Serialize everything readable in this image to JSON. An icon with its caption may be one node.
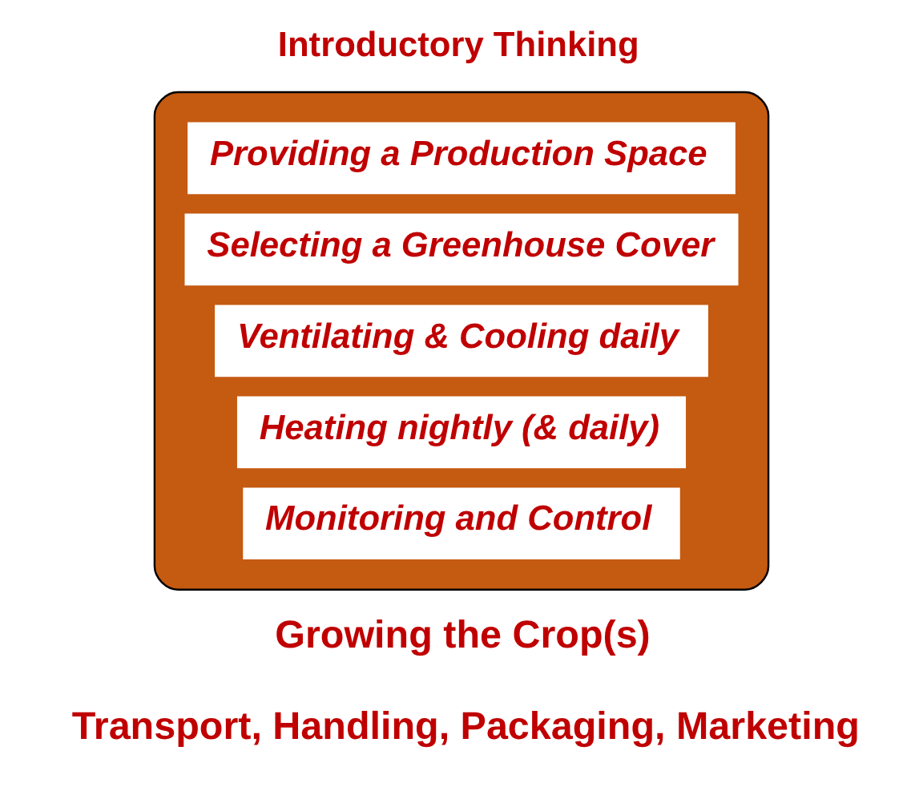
{
  "diagram": {
    "title": "Introductory Thinking",
    "nodes": [
      {
        "text": [],
        "shape": "box"
      },
      {
        "text": [
          "Providing a Production Space"
        ],
        "in": 0
      },
      {
        "text": [
          "Selecting a Greenhouse Cover"
        ],
        "in": 0
      },
      {
        "text": [
          "Ventilating & Cooling daily"
        ],
        "in": 0
      },
      {
        "text": [
          "Heating nightly (& daily)"
        ],
        "in": 0
      },
      {
        "text": [
          "Monitoring and Control"
        ],
        "in": 0
      }
    ],
    "edges": [],
    "labels": [
      "Growing the Crop(s)",
      "Transport, Handling, Packaging, Marketing"
    ]
  }
}
